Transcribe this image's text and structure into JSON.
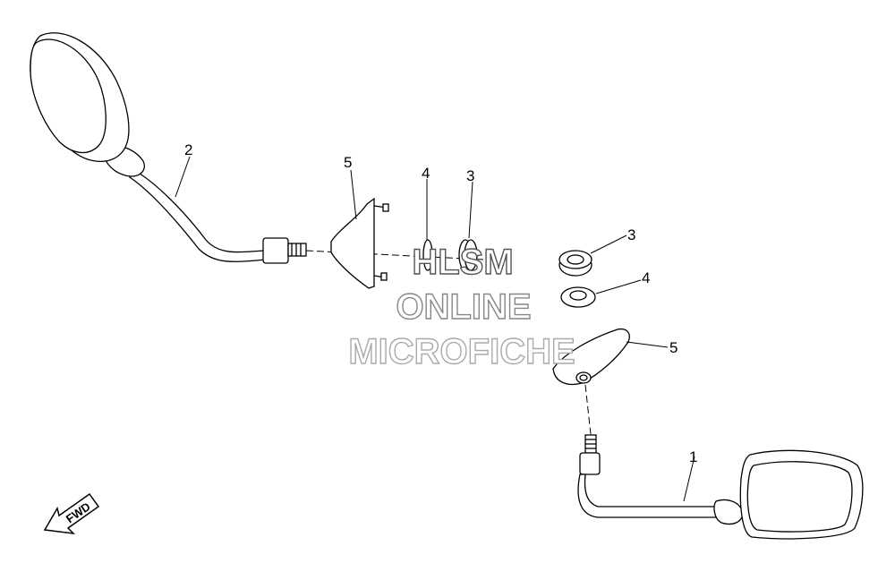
{
  "callouts": {
    "mirror_right": "1",
    "mirror_left": "2",
    "nut_left": "3",
    "washer_left": "4",
    "stay_left": "5",
    "nut_right": "3",
    "washer_right": "4",
    "stay_right": "5"
  },
  "watermark": {
    "line1": "HLSM",
    "line2": "ONLINE",
    "line3": "MICROFICHE",
    "colors": [
      "#555555",
      "#888888",
      "#aaaaaa"
    ]
  },
  "fwd_label": "FWD",
  "colors": {
    "ink": "#000000",
    "paper": "#ffffff"
  }
}
